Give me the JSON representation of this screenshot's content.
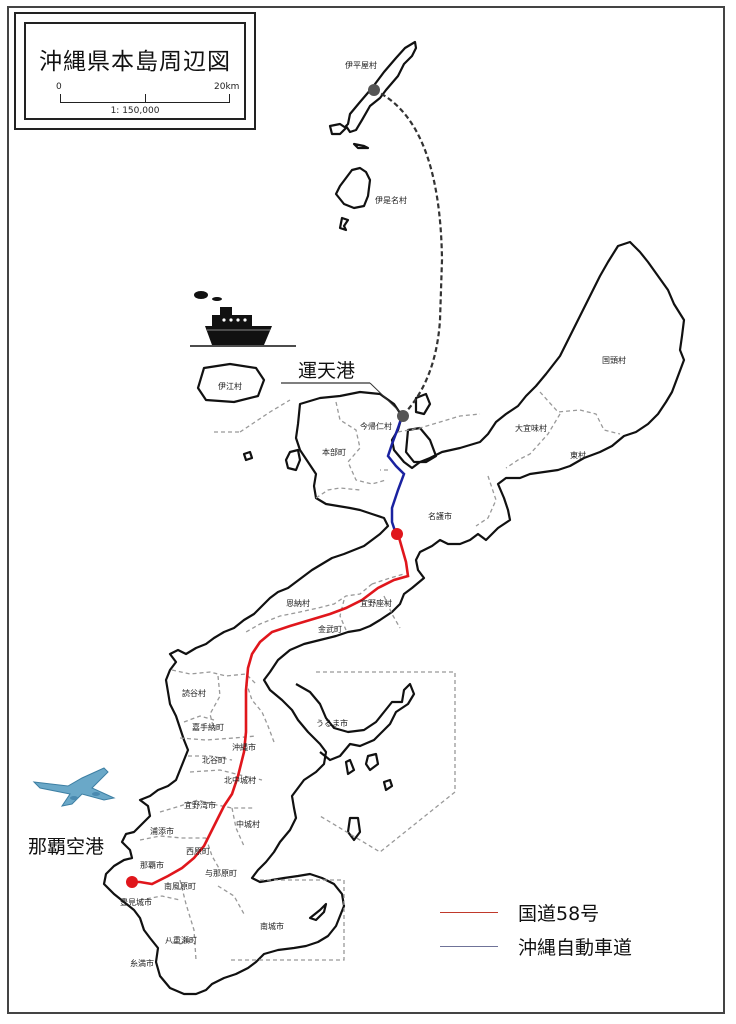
{
  "title": "沖縄県本島周辺図",
  "scale": {
    "start": "0",
    "end": "20km",
    "ratio": "1: 150,000"
  },
  "ports": {
    "unten": "運天港",
    "naha_airport": "那覇空港"
  },
  "municipalities": {
    "iheya": "伊平屋村",
    "izena": "伊是名村",
    "ie": "伊江村",
    "nakijin": "今帰仁村",
    "motobu": "本部町",
    "kunigami": "国頭村",
    "ogimi": "大宜味村",
    "higashi": "東村",
    "nago": "名護市",
    "onna": "恩納村",
    "ginoza": "宜野座村",
    "kin": "金武町",
    "uruma": "うるま市",
    "yomitan": "読谷村",
    "kadena": "嘉手納町",
    "okinawa": "沖縄市",
    "chatan": "北谷町",
    "kitanakagusuku": "北中城村",
    "ginowan": "宜野湾市",
    "nakagusuku": "中城村",
    "urasoe": "浦添市",
    "nishihara": "西原町",
    "naha": "那覇市",
    "yonabaru": "与那原町",
    "haebaru": "南風原町",
    "tomigusuku": "豊見城市",
    "nanjo": "南城市",
    "yaese": "八重瀬町",
    "itoman": "糸満市"
  },
  "legend": [
    {
      "label": "国道58号",
      "color": "#c0392b"
    },
    {
      "label": "沖縄自動車道",
      "color": "#6f7398"
    }
  ],
  "colors": {
    "route58": "#e0161c",
    "expressway": "#1a22a0",
    "ferry": "#333333",
    "port_dot": "#555555"
  }
}
